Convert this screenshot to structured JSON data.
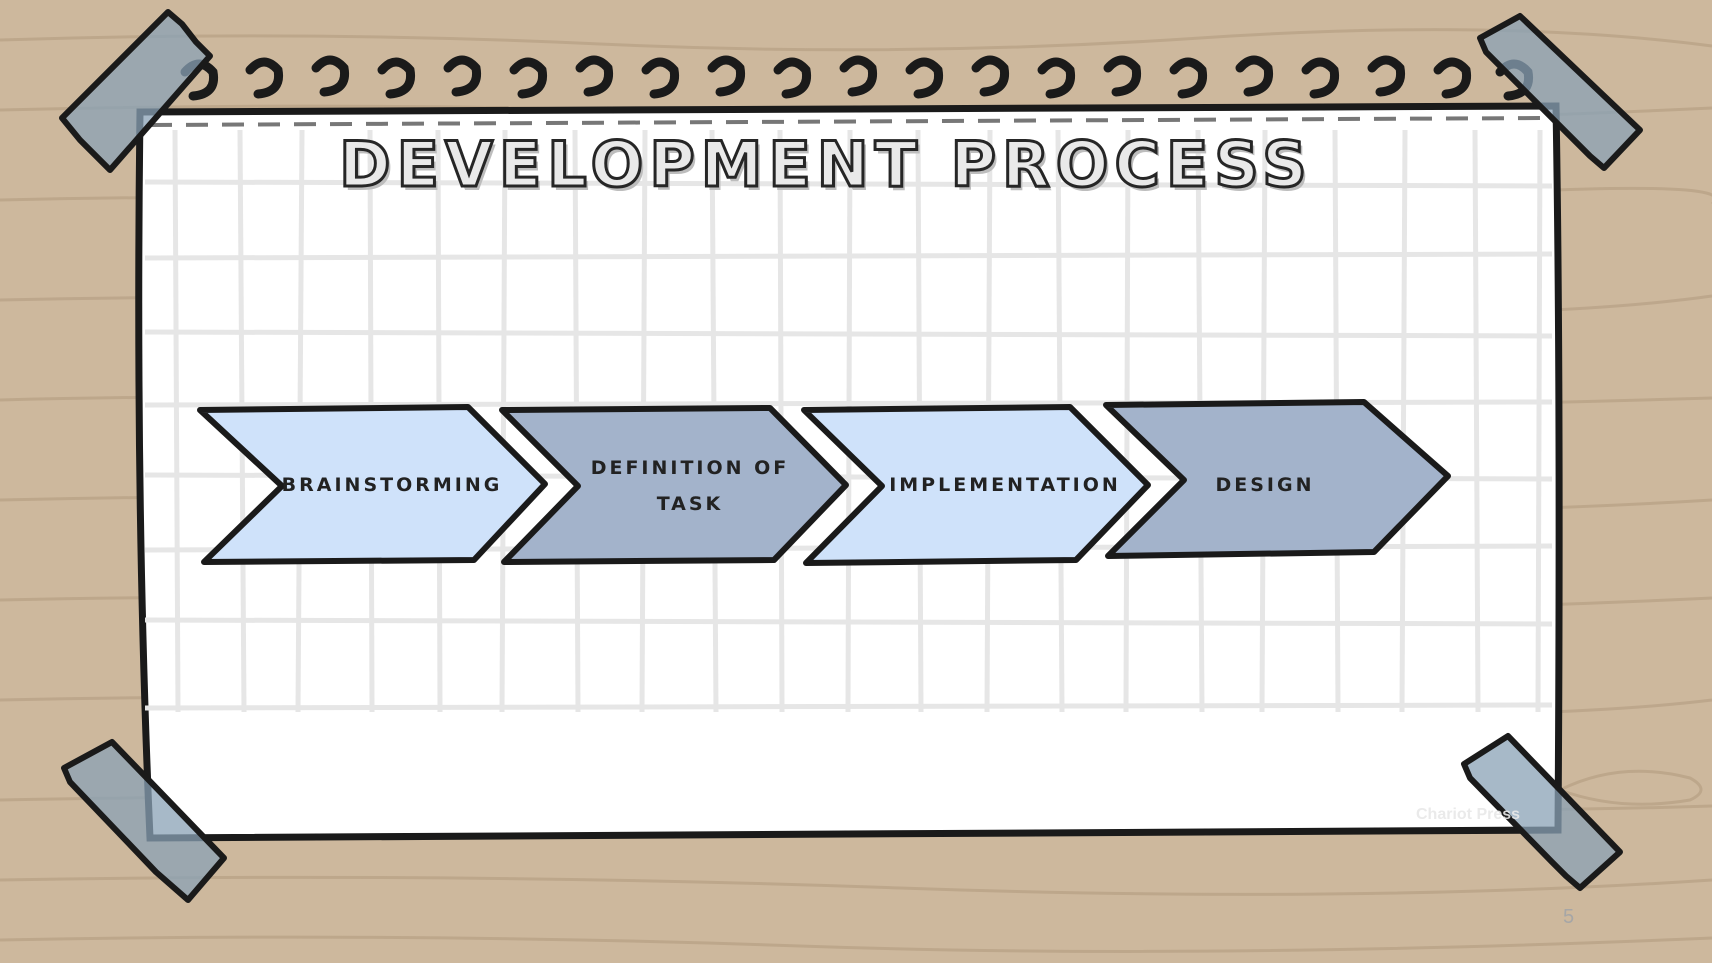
{
  "title": "DEVELOPMENT PROCESS",
  "steps": [
    {
      "label": "BRAINSTORMING",
      "fill": "#cfe2fa"
    },
    {
      "label": "DEFINITION OF TASK",
      "fill": "#a3b3cb"
    },
    {
      "label": "IMPLEMENTATION",
      "fill": "#cfe2fa"
    },
    {
      "label": "DESIGN",
      "fill": "#a3b3cb"
    }
  ],
  "page_number": "5",
  "watermark": "Chariot Press",
  "colors": {
    "wood": "#cdb89d",
    "paper": "#ffffff",
    "grid": "#e6e6e6",
    "tape": "#7f96a8",
    "outline": "#1a1a1a"
  }
}
